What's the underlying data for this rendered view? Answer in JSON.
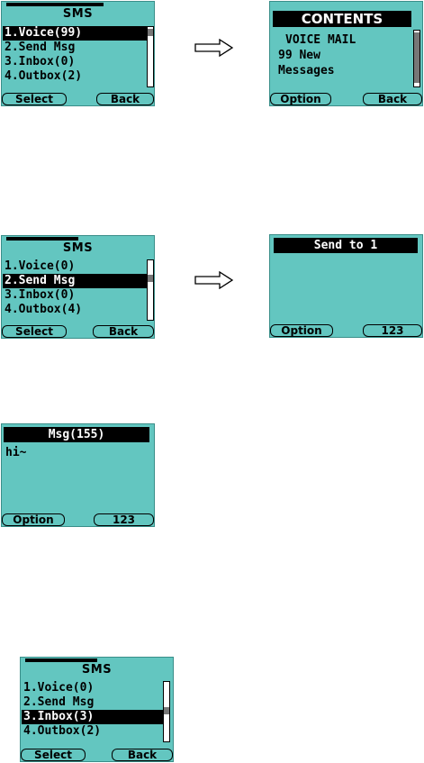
{
  "screen_a": {
    "title": "SMS",
    "items": [
      {
        "label": "1.Voice(99)"
      },
      {
        "label": "2.Send Msg"
      },
      {
        "label": "3.Inbox(0)"
      },
      {
        "label": "4.Outbox(2)"
      }
    ],
    "selected_index": 0,
    "left_soft": "Select",
    "right_soft": "Back"
  },
  "screen_b": {
    "title": "CONTENTS",
    "lines": [
      "VOICE MAIL",
      "99 New",
      "Messages"
    ],
    "left_soft": "Option",
    "right_soft": "Back"
  },
  "screen_c": {
    "title": "SMS",
    "items": [
      {
        "label": "1.Voice(0)"
      },
      {
        "label": "2.Send Msg"
      },
      {
        "label": "3.Inbox(0)"
      },
      {
        "label": "4.Outbox(4)"
      }
    ],
    "selected_index": 1,
    "left_soft": "Select",
    "right_soft": "Back"
  },
  "screen_d": {
    "title": "Send to 1",
    "left_soft": "Option",
    "right_soft": "123"
  },
  "screen_e": {
    "title": "Msg(155)",
    "message": "hi~",
    "left_soft": "Option",
    "right_soft": "123"
  },
  "screen_f": {
    "title": "SMS",
    "items": [
      {
        "label": "1.Voice(0)"
      },
      {
        "label": "2.Send Msg"
      },
      {
        "label": "3.Inbox(3)"
      },
      {
        "label": "4.Outbox(2)"
      }
    ],
    "selected_index": 2,
    "left_soft": "Select",
    "right_soft": "Back"
  },
  "colors": {
    "screen_bg": "#63c6c0",
    "selection": "#000000"
  },
  "icons": [
    "right-arrow-icon",
    "signal-bar-icon",
    "scrollbar"
  ]
}
